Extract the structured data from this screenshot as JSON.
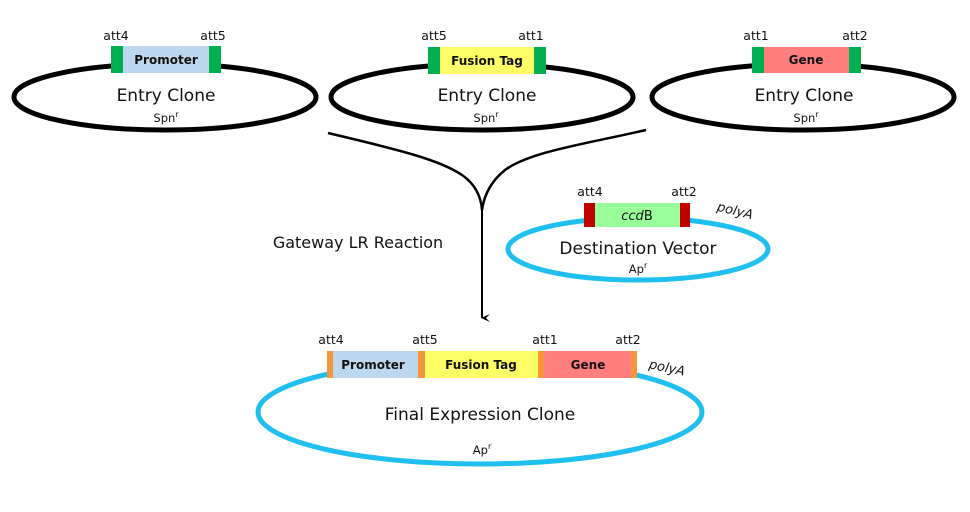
{
  "diagram": {
    "reaction_label": "Gateway LR Reaction",
    "colors": {
      "entry_backbone": "#000000",
      "dest_backbone": "#1fbff0",
      "att_entry": "#00b050",
      "att_dest": "#c00000",
      "att_final": "#f7963c",
      "promoter": "#bdd7ee",
      "fusion_tag": "#ffff66",
      "gene": "#ff7f7f",
      "ccdb": "#99ff99"
    },
    "entry_clones": [
      {
        "name": "Entry Clone",
        "marker": "Spn",
        "marker_sup": "r",
        "left_att": "att4",
        "right_att": "att5",
        "segment": "Promoter"
      },
      {
        "name": "Entry Clone",
        "marker": "Spn",
        "marker_sup": "r",
        "left_att": "att5",
        "right_att": "att1",
        "segment": "Fusion Tag"
      },
      {
        "name": "Entry Clone",
        "marker": "Spn",
        "marker_sup": "r",
        "left_att": "att1",
        "right_att": "att2",
        "segment": "Gene"
      }
    ],
    "destination_vector": {
      "name": "Destination Vector",
      "marker": "Ap",
      "marker_sup": "r",
      "left_att": "att4",
      "right_att": "att2",
      "segment_italic": "ccd",
      "segment_plain": "B",
      "polya": "polyA"
    },
    "final_clone": {
      "name": "Final Expression Clone",
      "marker": "Ap",
      "marker_sup": "r",
      "att_sites": [
        "att4",
        "att5",
        "att1",
        "att2"
      ],
      "segments": [
        "Promoter",
        "Fusion Tag",
        "Gene"
      ],
      "polya": "polyA"
    }
  }
}
